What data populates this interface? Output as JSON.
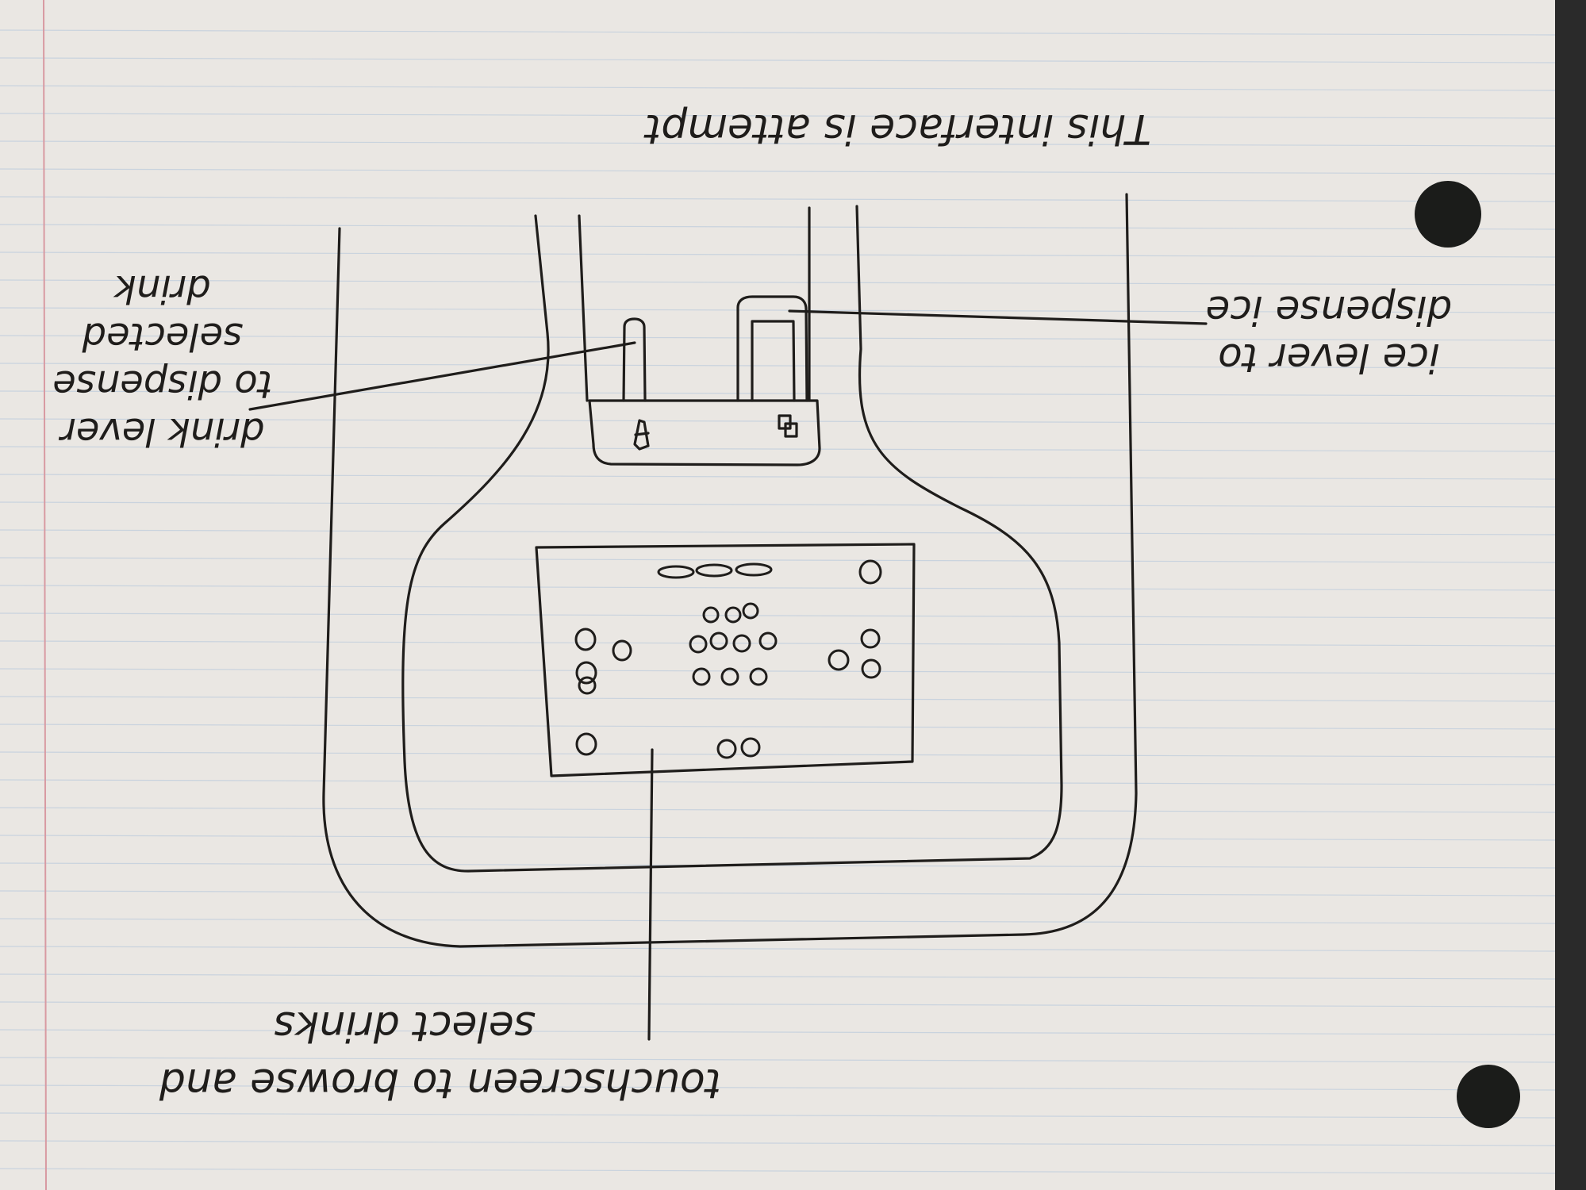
{
  "annotations": {
    "heading": "This interface is attempt",
    "ice_lever": [
      "ice lever to",
      "dispense ice"
    ],
    "drink_lever": [
      "drink lever",
      "to dispense",
      "selected",
      "drink"
    ],
    "touchscreen": [
      "touchscreen to browse and",
      "select drinks"
    ]
  },
  "colors": {
    "paper": "#eae7e3",
    "rule_line": "#c9d3de",
    "margin_line": "#d89aa2",
    "ink": "#1f1d1b",
    "binder_hole": "#1b1c1a"
  }
}
